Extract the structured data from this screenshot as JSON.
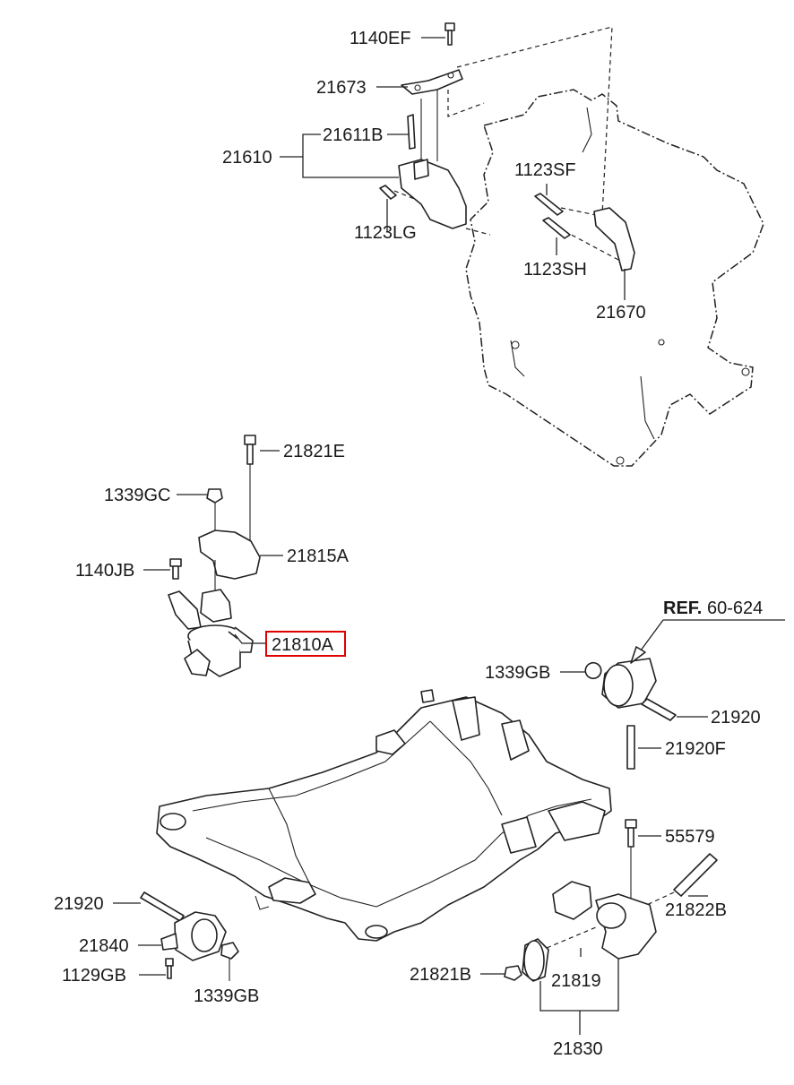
{
  "diagram": {
    "highlight_color": "#e00000",
    "line_color": "#222222",
    "labels": {
      "p1140EF": "1140EF",
      "p21673": "21673",
      "p21611B": "21611B",
      "p21610": "21610",
      "p1123SF": "1123SF",
      "p1123LG": "1123LG",
      "p1123SH": "1123SH",
      "p21670": "21670",
      "p21821E": "21821E",
      "p1339GC": "1339GC",
      "p21815A": "21815A",
      "p1140JB": "1140JB",
      "p21810A": "21810A",
      "ref_prefix": "REF.",
      "ref_code": "60-624",
      "p1339GB_top": "1339GB",
      "p21920_right": "21920",
      "p21920F": "21920F",
      "p55579": "55579",
      "p21822B": "21822B",
      "p21920_left": "21920",
      "p21840": "21840",
      "p1129GB": "1129GB",
      "p1339GB_bottom": "1339GB",
      "p21821B": "21821B",
      "p21819": "21819",
      "p21830": "21830"
    }
  }
}
